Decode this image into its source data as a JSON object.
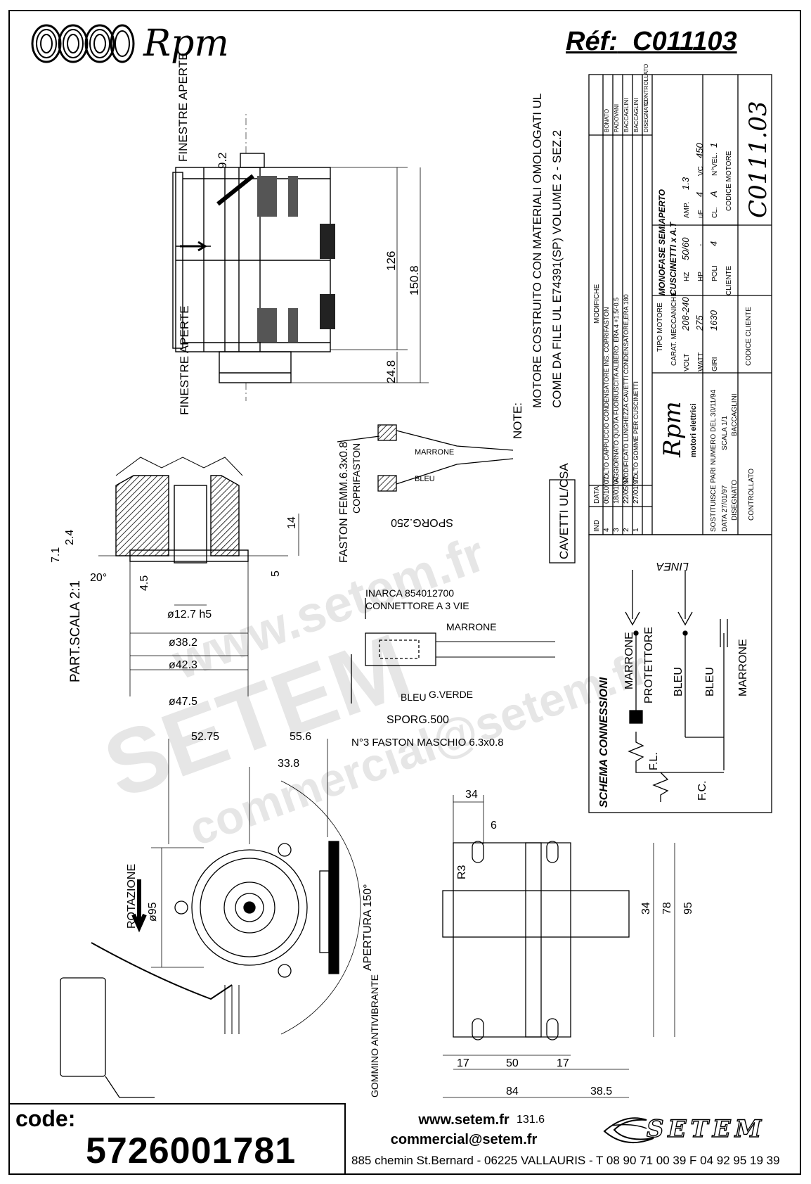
{
  "header": {
    "brand": "Rpm",
    "ref_label": "Réf:",
    "ref_value": "C011103"
  },
  "footer": {
    "code_label": "code:",
    "code_value": "5726001781",
    "website": "www.setem.fr",
    "email": "commercial@setem.fr",
    "address": "885 chemin St.Bernard  -  06225 VALLAURIS  -  T 08 90 71 00 39  F 04 92 95 19 39",
    "setem_logo_text": "SETEM"
  },
  "drawing": {
    "finestre_aperte": "FINESTRE APERTE",
    "dim_9_2": "9.2",
    "dim_126": "126",
    "dim_150_8": "150.8",
    "dim_24_8": "24.8",
    "part_scala": "PART.SCALA 2:1",
    "dim_2_4": "2.4",
    "dim_7_1": "7.1",
    "dim_20": "20°",
    "dim_4_5": "4.5",
    "dim_14": "14",
    "dim_5": "5",
    "dim_12_7": "ø12.7 h5",
    "dim_38_2": "ø38.2",
    "dim_42_3": "ø42.3",
    "dim_47_5": "ø47.5",
    "faston_fem": "FASTON FEMM.6.3x0.8",
    "coprifaston": "COPRIFASTON",
    "sporg_250": "SPORG.250",
    "marrone": "MARRONE",
    "bleu": "BLEU",
    "cavetti": "CAVETTI UL/CSA",
    "connettore": "CONNETTORE A 3 VIE",
    "inarca": "INARCA 854012700",
    "g_verde": "G.VERDE",
    "sporg_500": "SPORG.500",
    "faston_maschio": "N°3 FASTON MASCHIO 6.3x0.8",
    "dim_52_75": "52.75",
    "dim_55_6": "55.6",
    "dim_33_8": "33.8",
    "rotazione": "ROTAZIONE",
    "dim_95_dia": "ø95",
    "apertura": "APERTURA 150°",
    "gommino": "GOMMINO ANTIVIBRANTE",
    "dim_34": "34",
    "dim_6": "6",
    "dim_r3": "R3",
    "dim_78": "78",
    "dim_95": "95",
    "dim_34b": "34",
    "dim_17a": "17",
    "dim_50": "50",
    "dim_17b": "17",
    "dim_84": "84",
    "dim_38_5": "38.5",
    "dim_131_6": "131.6",
    "note_title": "NOTE:",
    "note_line1": "MOTORE COSTRUITO CON MATERIALI OMOLOGATI UL",
    "note_line2": "COME DA FILE UL E74391(SP) VOLUME 2 - SEZ.2",
    "schema_title": "SCHEMA CONNESSIONI",
    "linea": "LINEA",
    "protettore": "PROTETTORE",
    "fl": "F.L.",
    "fc": "F.C."
  },
  "title_block": {
    "revisions": [
      {
        "n": "4",
        "date": "05/10/07",
        "text": "TOLTO CAPPUCCIO CONDENSATORE INS. COPRIFASTON",
        "by": "BONATO"
      },
      {
        "n": "3",
        "date": "18/01/07",
        "text": "AGGIORNATO QUOTA FUORIUSCITA ALBERO: ERA 4 +1.5/-0.5",
        "by": "PADOVANI"
      },
      {
        "n": "2",
        "date": "22/05/97",
        "text": "MODIFICATO LUNGHEZZA CAVETTI CONDENSATORE,ERA 180",
        "by": "BACCAGLINI"
      },
      {
        "n": "1",
        "date": "27/01/97",
        "text": "TOLTO GOMME PER CUSCINETTI",
        "by": "BACCAGLINI"
      }
    ],
    "ind": "IND",
    "data": "DATA",
    "modifiche": "MODIFICHE",
    "disegnato_col": "DISEGNATO",
    "controllato_col": "CONTROLLATO",
    "company": "Rpm",
    "company_sub": "motori elettrici",
    "sostituisce": "SOSTITUISCE PARI NUMERO DEL 30/11/94",
    "data_disegno": "DATA 27/01/97",
    "scala": "SCALA 1/1",
    "disegnato": "DISEGNATO",
    "disegnato_by": "BACCAGLINI",
    "controllato": "CONTROLLATO",
    "tipo_motore": "TIPO MOTORE",
    "tipo_value": "MONOFASE SEMIAPERTO",
    "carat_mecc": "CARAT. MECCANICHE",
    "carat_value": "CUSCINETTI x A.T",
    "volt": "VOLT",
    "volt_v": "208-240",
    "hz": "HZ",
    "hz_v": "50/60",
    "amp": "AMP.",
    "amp_v": "1.3",
    "watt": "WATT",
    "watt_v": "275",
    "hp": "HP",
    "hp_v": "-",
    "uf": "uF",
    "uf_v": "4",
    "vc": "VC",
    "vc_v": "450",
    "giri": "GIRI",
    "giri_v": "1630",
    "poli": "POLI",
    "poli_v": "4",
    "cl": "CL.",
    "cl_v": "A",
    "nvel": "N°VEL.",
    "nvel_v": "1",
    "cliente": "CLIENTE",
    "codice_motore": "CODICE MOTORE",
    "codice_motore_v": "C0111.03",
    "codice_cliente": "CODICE CLIENTE"
  },
  "watermark": {
    "line1": "www.setem.fr",
    "line2": "SETEM",
    "line3": "commercial@setem.fr"
  },
  "colors": {
    "ink": "#000000",
    "watermark": "#e6e6e6"
  }
}
